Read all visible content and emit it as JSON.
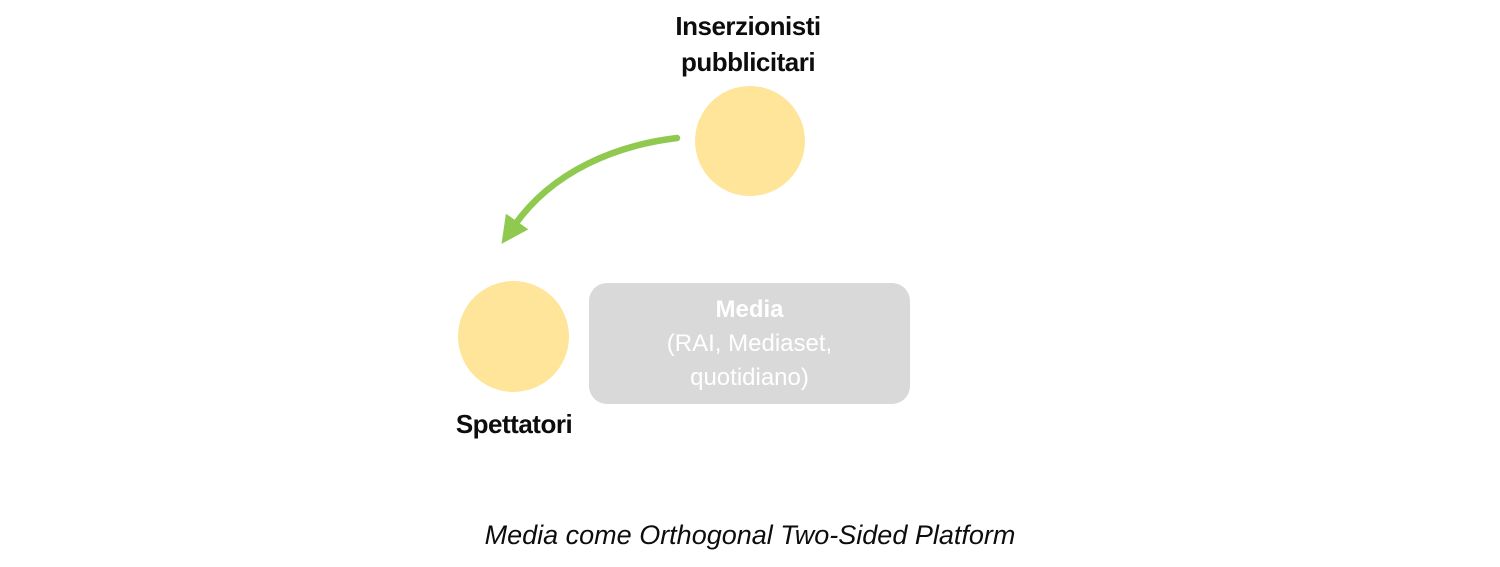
{
  "diagram": {
    "advertisers": {
      "line1": "Inserzionisti",
      "line2": "pubblicitari"
    },
    "viewers": {
      "label": "Spettatori"
    },
    "media_box": {
      "title": "Media",
      "line2": "(RAI, Mediaset,",
      "line3": "quotidiano)"
    }
  },
  "caption": {
    "text": "Media come Orthogonal Two-Sided Platform"
  },
  "colors": {
    "background": "#ffffff",
    "node_yellow": "#ffe599",
    "arrow_green": "#8fc94f",
    "box_gray": "#d9d9d9",
    "box_text": "#ffffff",
    "text_black": "#0d0d0d"
  }
}
